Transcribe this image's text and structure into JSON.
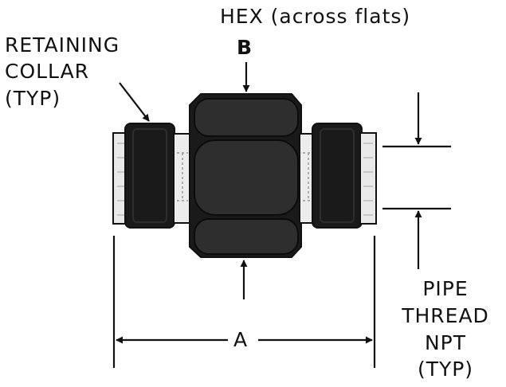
{
  "labels": {
    "hex_title": "HEX (across flats)",
    "hex_letter": "B",
    "collar_line1": "RETAINING",
    "collar_line2": "COLLAR",
    "collar_line3": "(TYP)",
    "dim_a": "A",
    "thread_line1": "PIPE",
    "thread_line2": "THREAD",
    "thread_line3": "NPT",
    "thread_line4": "(TYP)"
  },
  "colors": {
    "ink": "#111111",
    "body": "#1a1a1a",
    "highlight": "#2e2e2e",
    "thread": "#e9e9e9",
    "background": "#ffffff"
  }
}
